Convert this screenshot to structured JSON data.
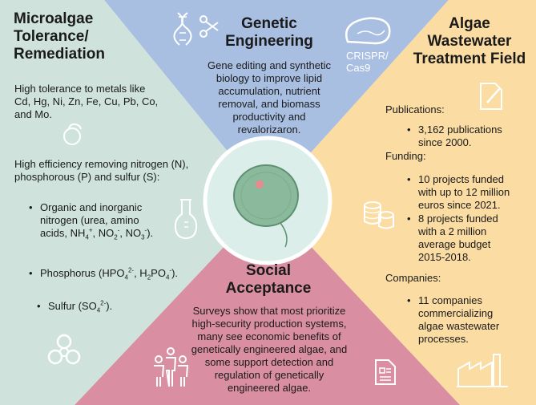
{
  "colors": {
    "left_panel": "#cfe3dc",
    "top_panel": "#a9bfe2",
    "right_panel": "#fbdca3",
    "bottom_panel": "#d98ea1",
    "circle_fill": "#dbeee9",
    "cell_fill": "#8bb99c",
    "nucleus_fill": "#e98a8e",
    "icon_stroke": "#ffffff"
  },
  "left": {
    "title_lines": [
      "Microalgae",
      "Tolerance/",
      "Remediation"
    ],
    "metals_lines": [
      "High tolerance to metals like",
      "Cd, Hg, Ni, Zn, Fe, Cu, Pb, Co,",
      "and Mo."
    ],
    "removal_lines": [
      "High efficiency removing nitrogen (N),",
      "phosphorous (P) and sulfur (S):"
    ],
    "nitrogen_line1": "Organic and inorganic",
    "nitrogen_line2": "nitrogen  (urea, amino",
    "nitrogen_line3_pre": "acids, NH",
    "nh4_sub": "4",
    "nh4_sup": "+",
    "no2": ", NO",
    "no2_sub": "2",
    "no2_sup": "-",
    "no3": ", NO",
    "no3_sub": "3",
    "no3_sup": "-",
    "nitrogen_end": ").",
    "phos_pre": "Phosphorus (HPO",
    "hpo_sub": "4",
    "hpo_sup": "2-",
    "phos_mid": ", H",
    "h2_sub": "2",
    "phos_po": "PO",
    "po4_sub": "4",
    "po4_sup": "-",
    "phos_end": ").",
    "sulfur_pre": "Sulfur (SO",
    "so4_sub": "4",
    "so4_sup": "2-",
    "sulfur_end": ")."
  },
  "top": {
    "title_lines": [
      "Genetic",
      "Engineering"
    ],
    "body_lines": [
      "Gene editing and synthetic",
      "biology to improve lipid",
      "accumulation, nutrient",
      "removal, and biomass",
      "productivity and",
      "revalorizaron."
    ],
    "crispr_lines": [
      "CRISPR/",
      "Cas9"
    ]
  },
  "right": {
    "title_lines": [
      "Algae",
      "Wastewater",
      "Treatment Field"
    ],
    "publications_label": "Publications:",
    "pub_bullet": [
      "3,162 publications",
      "since 2000."
    ],
    "funding_label": "Funding:",
    "fund_bullet_1": [
      "10 projects funded",
      "with up to 12 million",
      "euros since 2021."
    ],
    "fund_bullet_2": [
      "8 projects funded",
      "with a 2 million",
      "average budget",
      "2015-2018."
    ],
    "companies_label": "Companies:",
    "comp_bullet": [
      "11 companies",
      "commercializing",
      "algae wastewater",
      "processes."
    ]
  },
  "bottom": {
    "title_lines": [
      "Social",
      "Acceptance"
    ],
    "body_lines": [
      "Surveys show that most prioritize",
      "high-security production systems,",
      "many see economic benefits of",
      "genetically engineered algae, and",
      "some support detection and",
      "regulation of genetically",
      "engineered algae."
    ]
  }
}
